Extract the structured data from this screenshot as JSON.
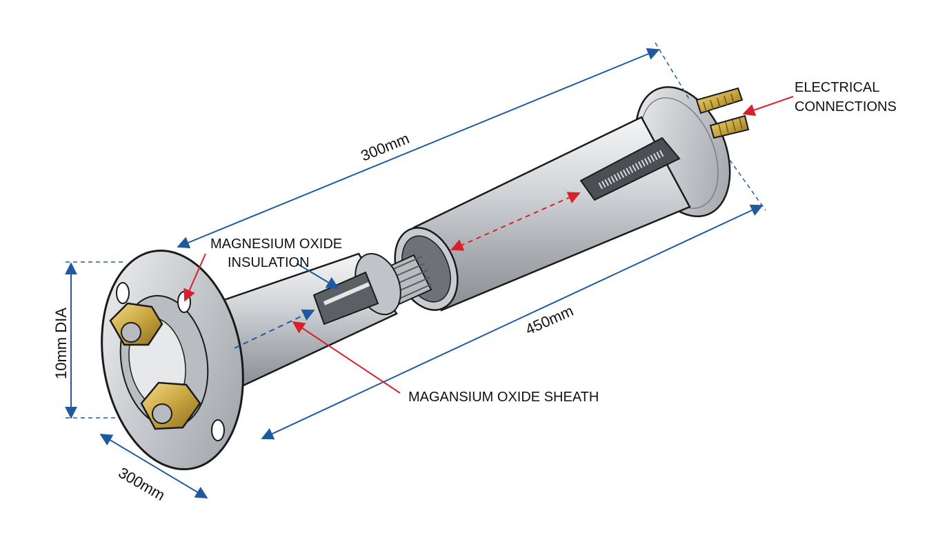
{
  "labels": {
    "electrical_line1": "ELECTRICAL",
    "electrical_line2": "CONNECTIONS",
    "insulation_line1": "MAGNESIUM OXIDE",
    "insulation_line2": "INSULATION",
    "sheath": "MAGANSIUM OXIDE SHEATH"
  },
  "dimensions": {
    "top_length": "300mm",
    "bottom_length": "450mm",
    "flange_width": "300mm",
    "diameter": "10mm DIA"
  },
  "colors": {
    "dimension_line": "#1f5aa0",
    "callout_red": "#d8202a",
    "steel": "#c9ccd0",
    "brass": "#c9a640",
    "outline": "#1a1a1a"
  }
}
